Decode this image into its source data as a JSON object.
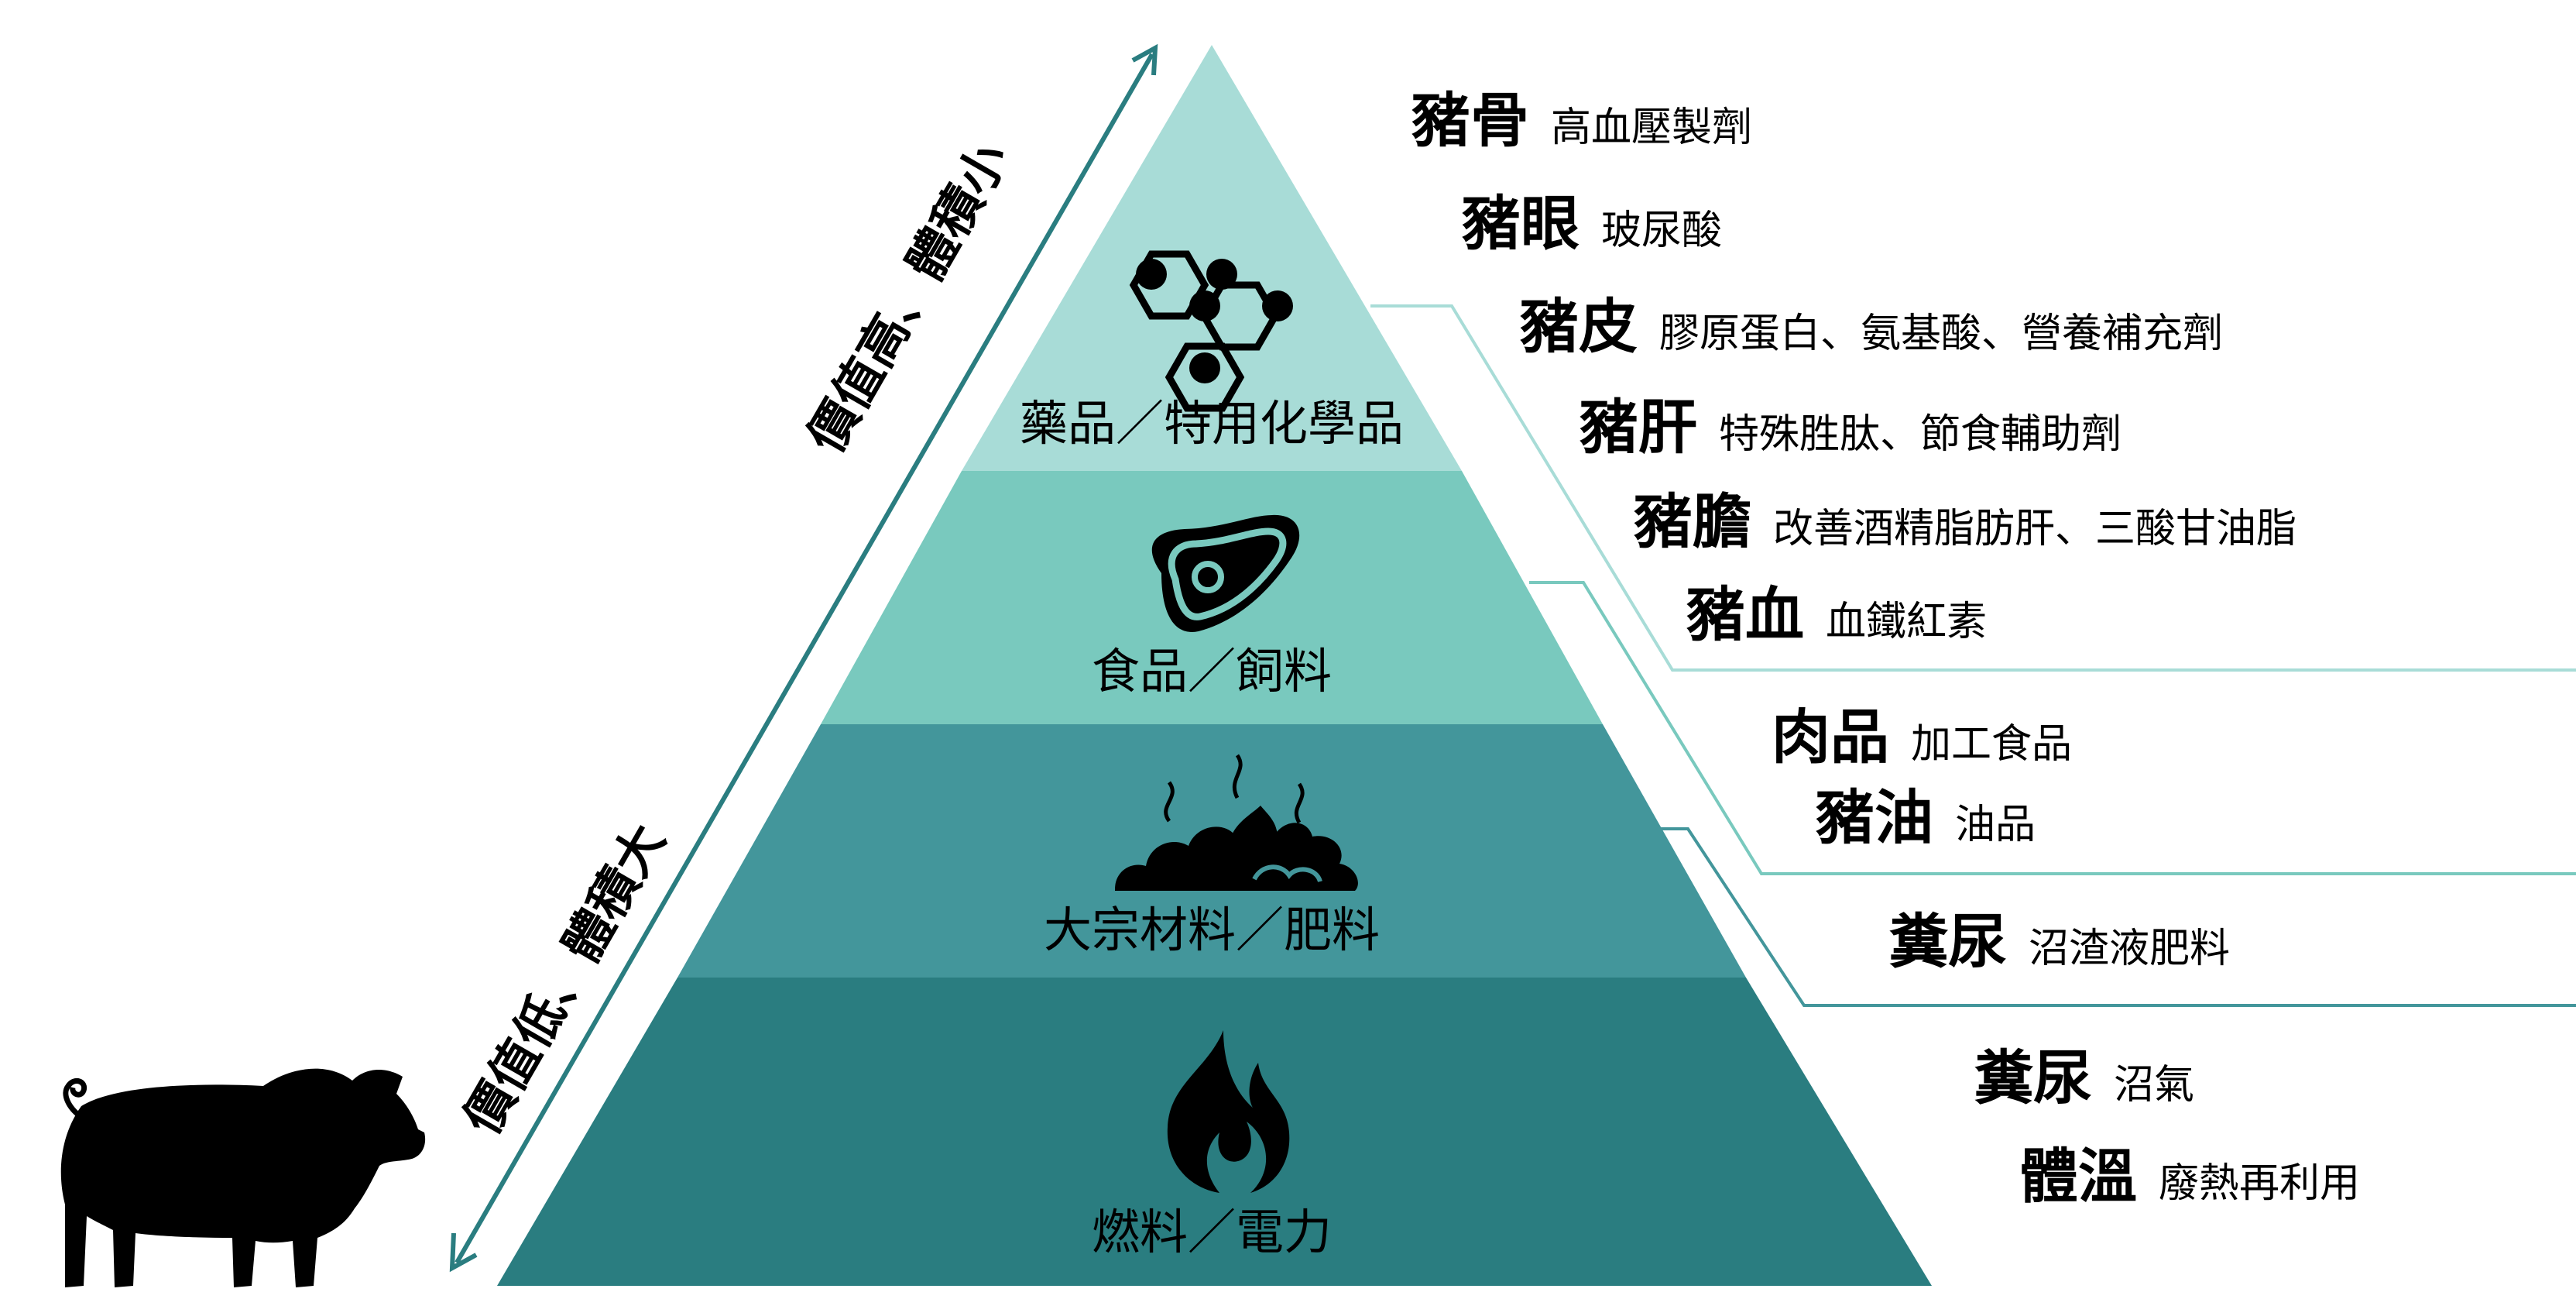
{
  "colors": {
    "tier1": "#a8dcd7",
    "tier2": "#79c9be",
    "tier3": "#43969b",
    "tier4": "#2a7d80",
    "arrow": "#2a7d80",
    "connector_light": "#a8dcd7",
    "connector_mid": "#79c9be",
    "connector_dark": "#43969b",
    "connector_darkest": "#2a7d80"
  },
  "tiers": [
    {
      "label": "藥品／特用化學品",
      "icon": "molecule-icon"
    },
    {
      "label": "食品／飼料",
      "icon": "steak-icon"
    },
    {
      "label": "大宗材料／肥料",
      "icon": "manure-icon"
    },
    {
      "label": "燃料／電力",
      "icon": "flame-icon"
    }
  ],
  "axis": {
    "top": "價值高、體積小",
    "bottom": "價值低、體積大"
  },
  "pig_icon": "pig-icon",
  "groups": [
    {
      "items": [
        {
          "source": "豬骨",
          "products": "高血壓製劑"
        },
        {
          "source": "豬眼",
          "products": "玻尿酸"
        },
        {
          "source": "豬皮",
          "products": "膠原蛋白、氨基酸、營養補充劑"
        },
        {
          "source": "豬肝",
          "products": "特殊胜肽、節食輔助劑"
        },
        {
          "source": "豬膽",
          "products": "改善酒精脂肪肝、三酸甘油脂"
        },
        {
          "source": "豬血",
          "products": "血鐵紅素"
        }
      ]
    },
    {
      "items": [
        {
          "source": "肉品",
          "products": "加工食品"
        },
        {
          "source": "豬油",
          "products": "油品"
        }
      ]
    },
    {
      "items": [
        {
          "source": "糞尿",
          "products": "沼渣液肥料"
        }
      ]
    },
    {
      "items": [
        {
          "source": "糞尿",
          "products": "沼氣"
        },
        {
          "source": "體溫",
          "products": "廢熱再利用"
        }
      ]
    }
  ]
}
